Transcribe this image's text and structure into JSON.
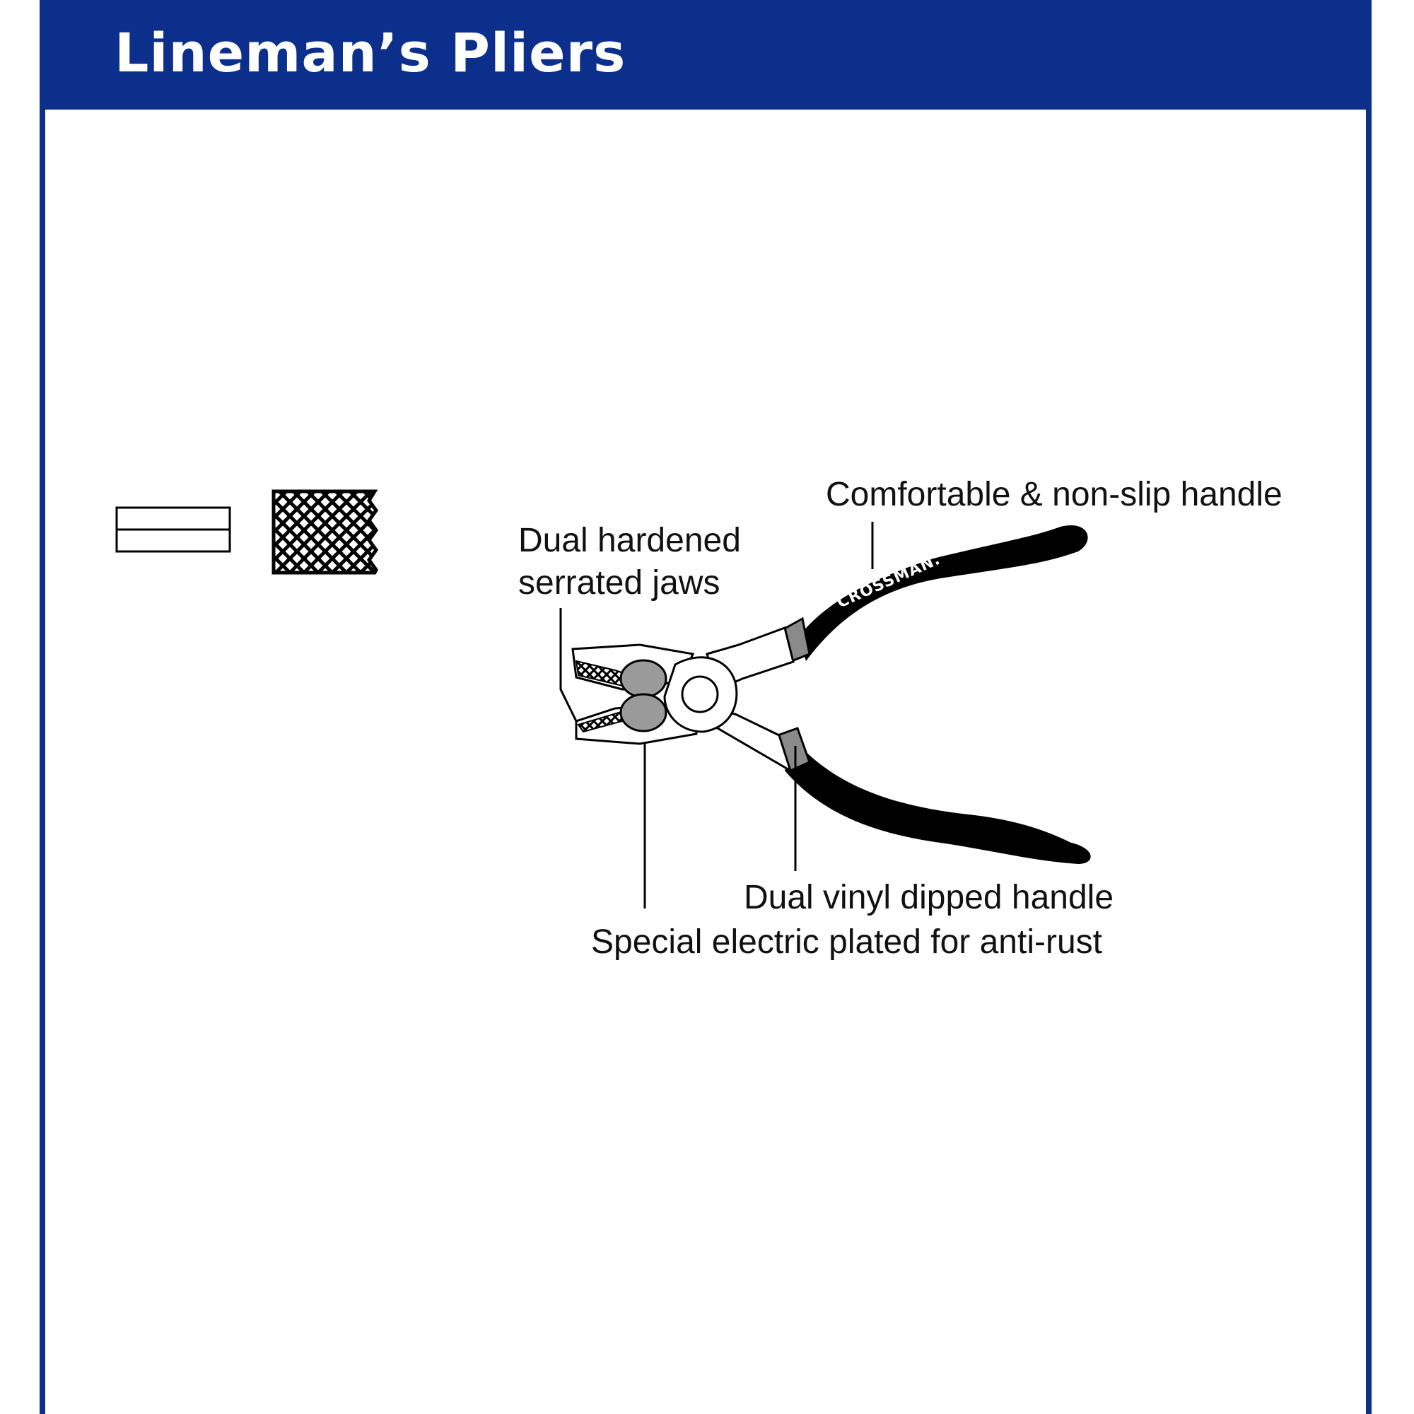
{
  "header": {
    "title": "Lineman’s Pliers"
  },
  "callouts": {
    "handle_comfort": "Comfortable & non-slip handle",
    "jaws_line1": "Dual hardened",
    "jaws_line2": "serrated jaws",
    "vinyl_handle": "Dual vinyl dipped handle",
    "plating": "Special electric plated for anti-rust"
  },
  "pliers": {
    "brand": "CROSSMAN."
  },
  "colors": {
    "header_blue": "#0c2f8c",
    "handle_black": "#000000",
    "ferrule_gray": "#8a8a8a"
  },
  "icons": {
    "plain_surface": "smooth-jaw-icon",
    "serrated_surface": "serrated-jaw-icon"
  }
}
